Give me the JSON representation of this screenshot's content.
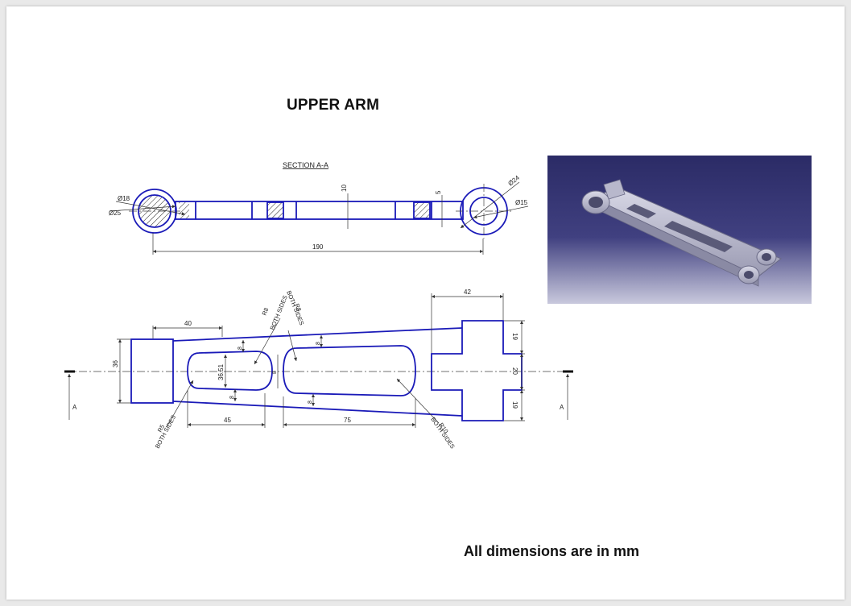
{
  "page": {
    "title": "UPPER ARM",
    "footnote": "All dimensions are in mm"
  },
  "section_view": {
    "label": "SECTION A-A",
    "dims": {
      "dia_18": "Ø18",
      "dia_25": "Ø25",
      "dia_24": "Ø24",
      "dia_15": "Ø15",
      "thick_10": "10",
      "thick_5": "5",
      "length_190": "190"
    }
  },
  "plan_view": {
    "dims": {
      "d40": "40",
      "d36": "36",
      "d42": "42",
      "d19_top": "19",
      "d20": "20",
      "d19_bot": "19",
      "d45": "45",
      "d75": "75",
      "d36_51": "36.51",
      "d8_a": "8",
      "d8_b": "8",
      "d8_c": "8",
      "d8_d": "8",
      "d8_e": "8"
    },
    "notes": {
      "r8_left": "R8",
      "r8_left_sides": "BOTH SIDES",
      "r8_right": "R8",
      "r8_right_sides": "BOTH SIDES",
      "r5": "R5",
      "r5_sides": "BOTH SIDES",
      "r10": "R10",
      "r10_sides": "BOTH SIDES"
    },
    "section_marks": {
      "left": "A",
      "right": "A"
    }
  },
  "colors": {
    "object_line": "#1a1ab8",
    "render_bg_top": "#2b2b66",
    "render_bg_bottom": "#c9c9dd"
  }
}
